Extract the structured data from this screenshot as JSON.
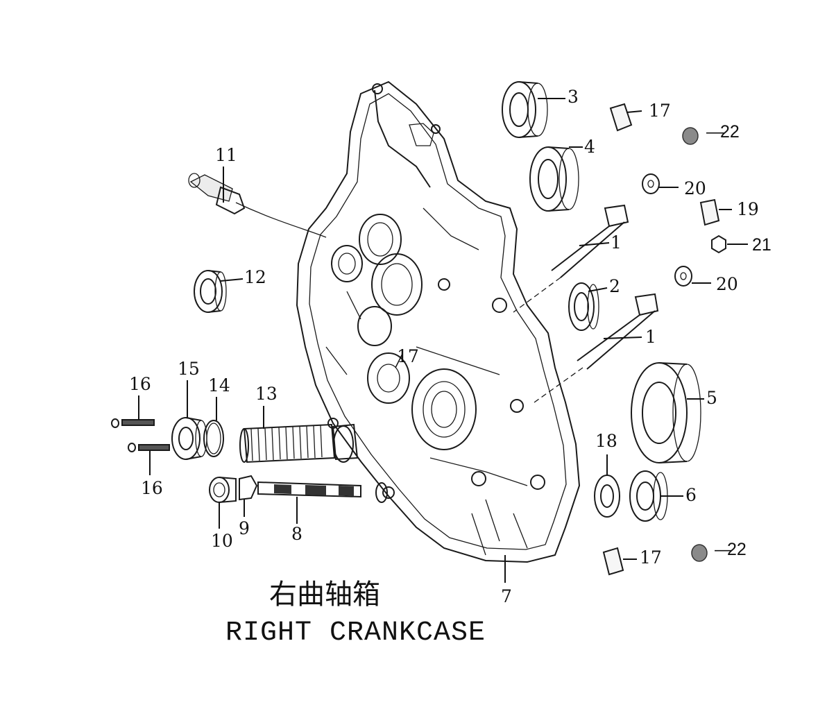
{
  "title": {
    "chinese": "右曲轴箱",
    "english": "RIGHT CRANKCASE"
  },
  "part_labels": [
    "1",
    "1",
    "2",
    "3",
    "4",
    "5",
    "6",
    "7",
    "8",
    "9",
    "10",
    "11",
    "12",
    "13",
    "14",
    "15",
    "16",
    "16",
    "17",
    "17",
    "17",
    "18",
    "19",
    "20",
    "20",
    "21",
    "22",
    "22"
  ],
  "dash": "—"
}
